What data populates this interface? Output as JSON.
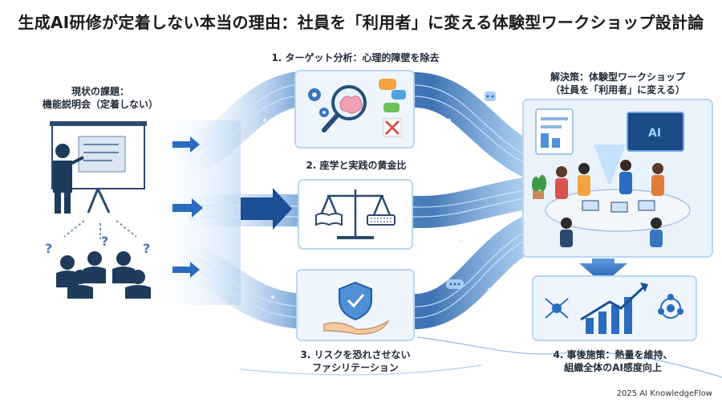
{
  "title": "生成AI研修が定着しない本当の理由：社員を「利用者」に変える体験型ワークショップ設計論",
  "current_issue": {
    "line1": "現状の課題：",
    "line2": "機能説明会（定着しない）"
  },
  "steps": [
    {
      "label": "1. ターゲット分析：心理的障壁を除去"
    },
    {
      "label": "2. 座学と実践の黄金比"
    },
    {
      "line1": "3. リスクを恐れさせない",
      "line2": "ファシリテーション"
    }
  ],
  "solution": {
    "line1": "解決策：体験型ワークショップ",
    "line2": "（社員を「利用者」に変える）"
  },
  "follow_up": {
    "line1": "4. 事後施策：熱量を維持、",
    "line2": "組織全体のAI感度向上"
  },
  "ai_screen_text": "AI",
  "question_mark": "?",
  "footer": "2025 AI KnowledgeFlow",
  "colors": {
    "primary_blue": "#1e5fa8",
    "flow_blue": "#3d86d6",
    "glow": "#9fd0ff",
    "panel_border": "#b9d6f2",
    "orange": "#f4a340",
    "red": "#d9534f"
  }
}
